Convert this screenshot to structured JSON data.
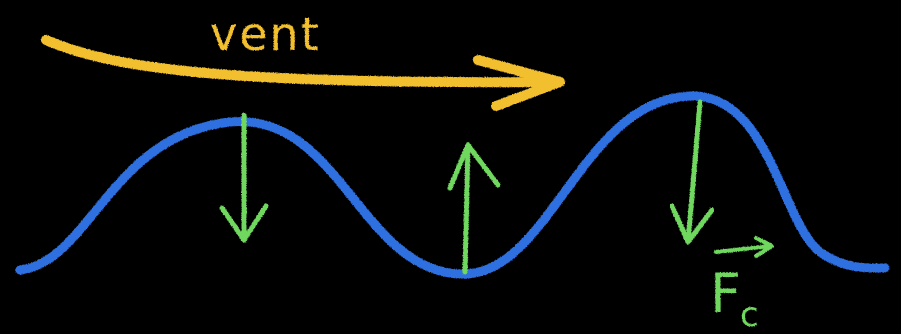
{
  "canvas": {
    "background": "#000000"
  },
  "colors": {
    "wind": "#f2bf2e",
    "wave": "#2f6fe0",
    "force": "#6fd85f"
  },
  "labels": {
    "wind": "vent",
    "force_letter": "F",
    "force_subscript": "c"
  },
  "elements": {
    "wind_arrow": "wind-direction-arrow",
    "wave": "water-surface-wave",
    "force_arrows": [
      "force-arrow-down",
      "force-arrow-up",
      "force-arrow-down"
    ],
    "vector_arrow": "vector-arrow-icon"
  }
}
